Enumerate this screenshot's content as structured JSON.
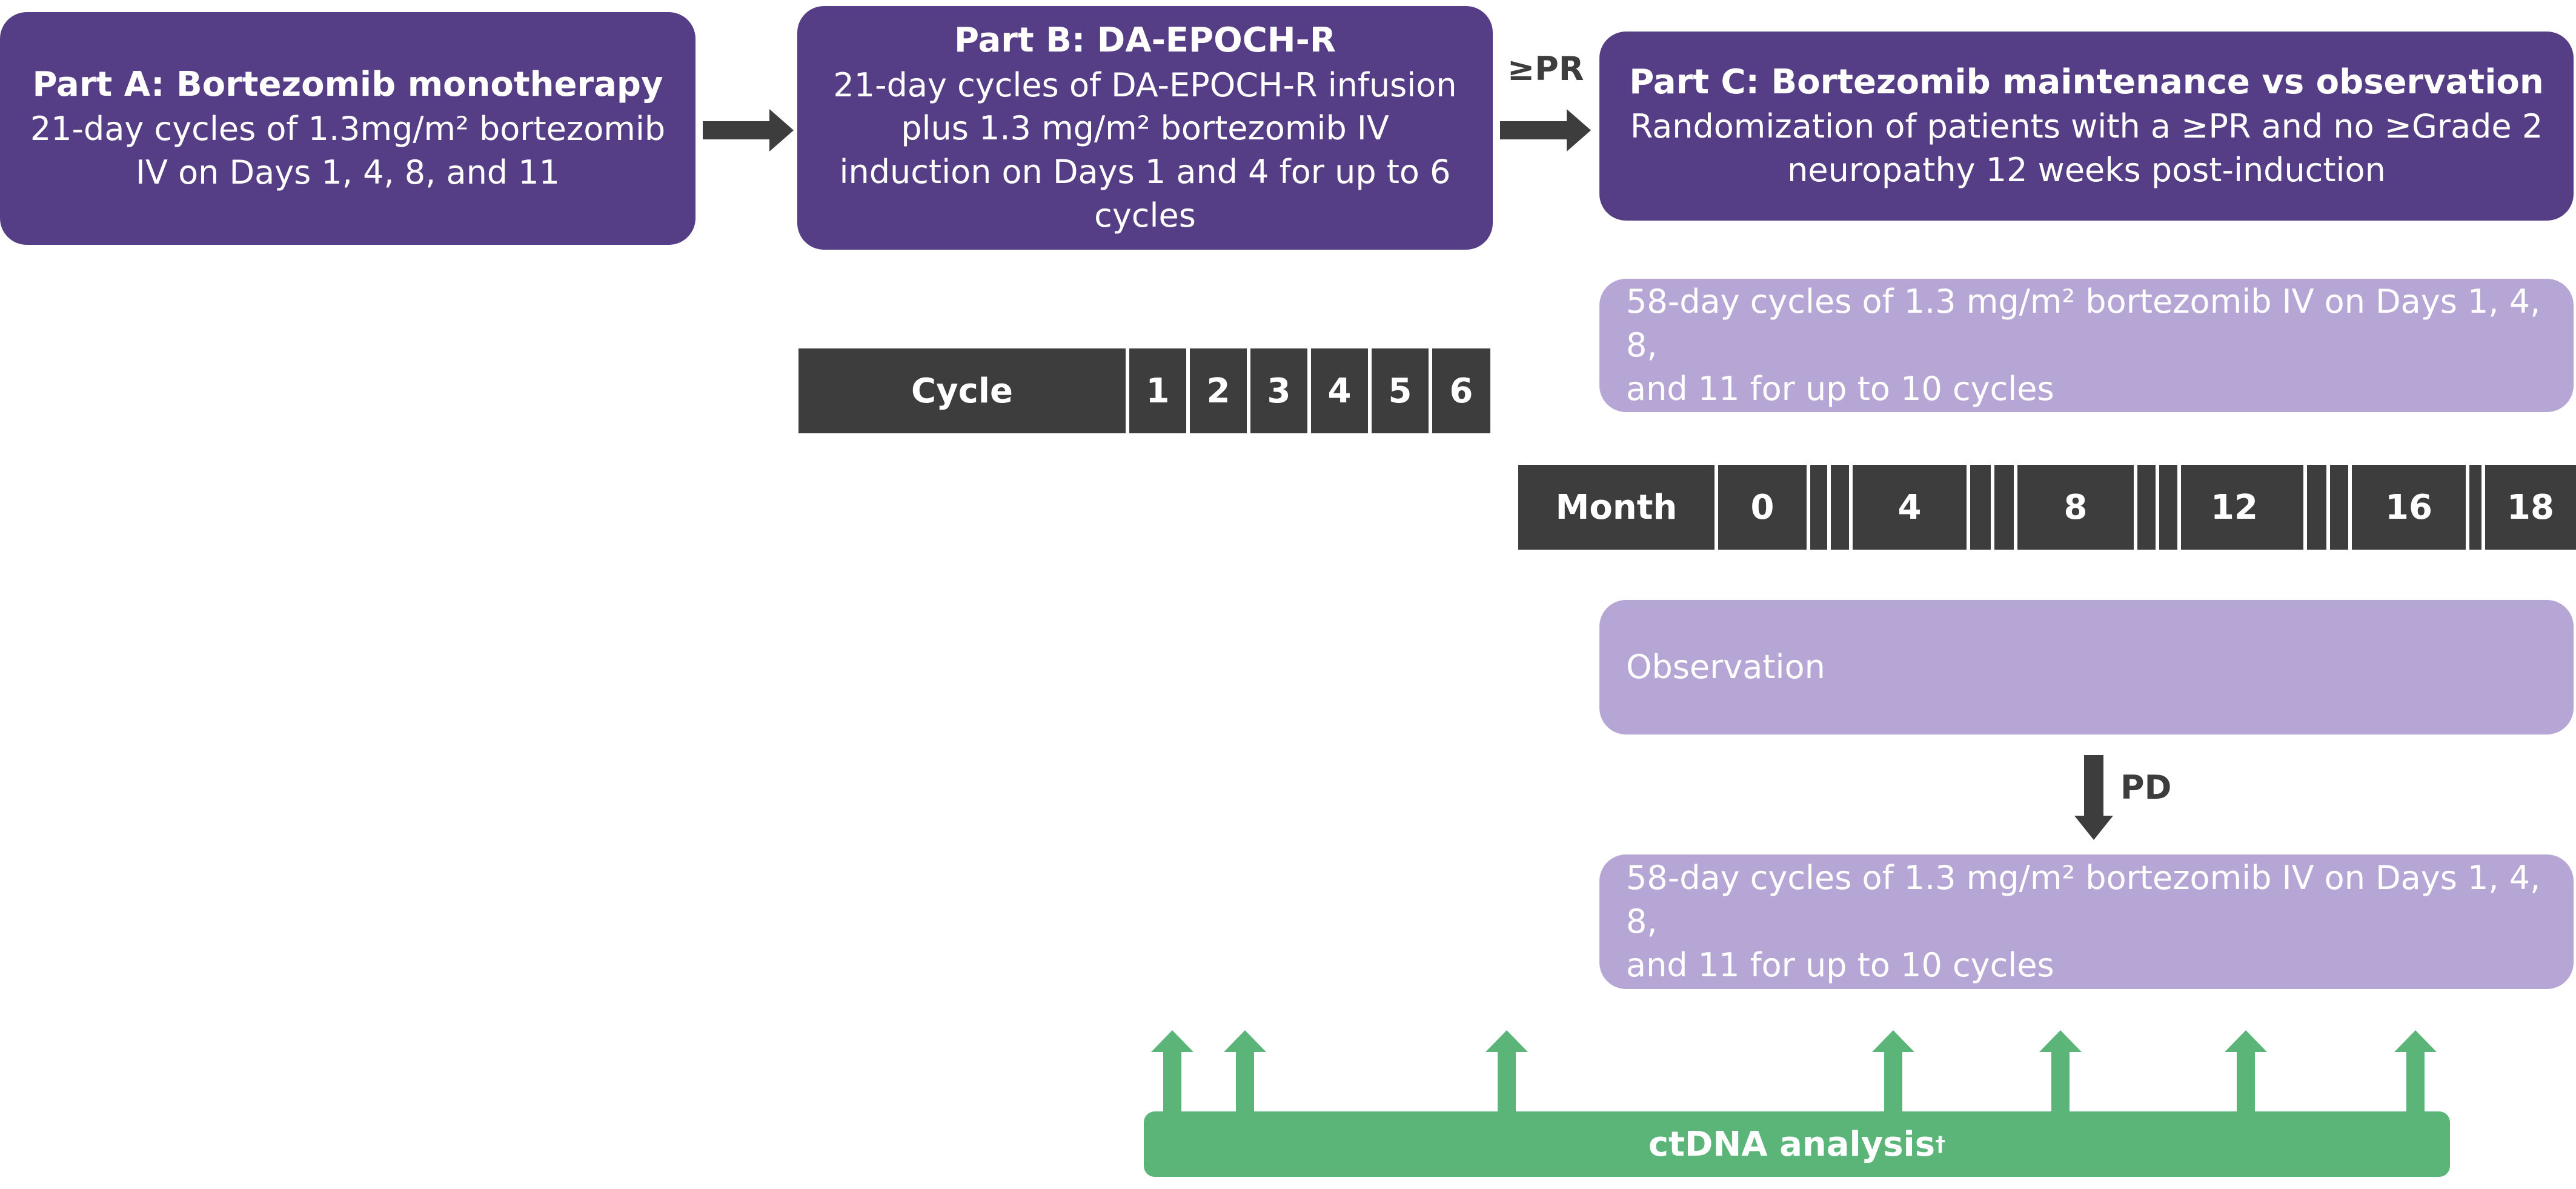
{
  "part_a": {
    "title": "Part A: Bortezomib monotherapy",
    "line1": "21-day cycles of 1.3mg/m² bortezomib",
    "line2": "IV on Days 1, 4, 8, and 11"
  },
  "part_b": {
    "title": "Part B: DA-EPOCH-R",
    "line1": "21-day cycles of DA-EPOCH-R infusion",
    "line2": "plus 1.3 mg/m² bortezomib IV",
    "line3": "induction on Days 1 and 4 for up to 6",
    "line4": "cycles"
  },
  "response_label": "≥PR",
  "part_c": {
    "title": "Part C: Bortezomib maintenance vs observation",
    "line1": "Randomization of patients with a ≥PR and no ≥Grade 2",
    "line2": "neuropathy 12 weeks post-induction"
  },
  "maintenance_box": {
    "line1": "58-day cycles of 1.3 mg/m² bortezomib IV on Days 1, 4, 8,",
    "line2": "and 11 for up to 10 cycles"
  },
  "cycle_bar": {
    "label": "Cycle",
    "cycles": [
      "1",
      "2",
      "3",
      "4",
      "5",
      "6"
    ]
  },
  "month_bar": {
    "label": "Month",
    "months": [
      "0",
      "4",
      "8",
      "12",
      "16",
      "18"
    ]
  },
  "observation_box": {
    "label": "Observation"
  },
  "progression_label": "PD",
  "salvage_box": {
    "line1": "58-day cycles of 1.3 mg/m² bortezomib IV on Days 1, 4, 8,",
    "line2": "and 11 for up to 10 cycles"
  },
  "ctdna": {
    "label": "ctDNA analysis",
    "footnote": "†"
  },
  "colors": {
    "dark_purple": "#553e85",
    "light_purple": "#b6a6d6",
    "bar_gray": "#3d3d3d",
    "green": "#5cb578"
  }
}
